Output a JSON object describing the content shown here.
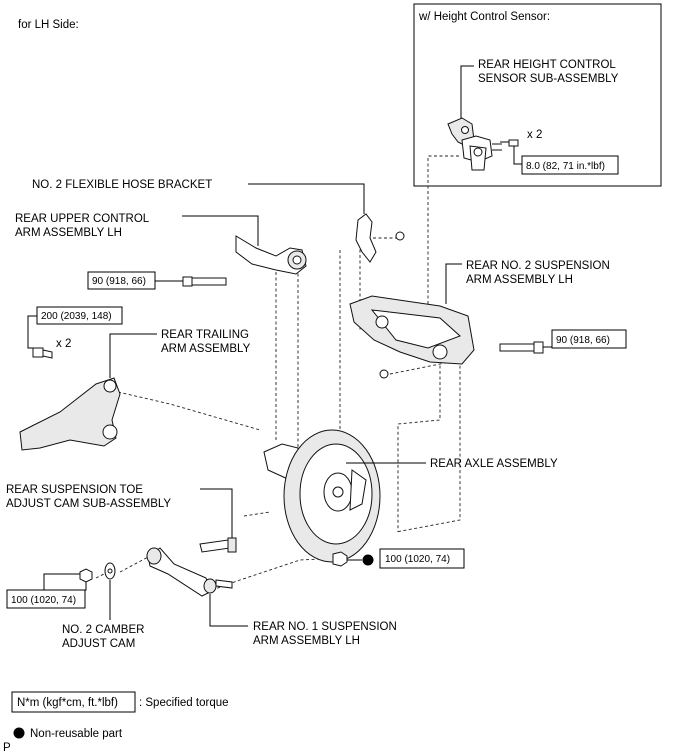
{
  "title": "for LH Side:",
  "inset": {
    "title": "w/ Height Control Sensor:",
    "part_label_line1": "REAR HEIGHT CONTROL",
    "part_label_line2": "SENSOR SUB-ASSEMBLY",
    "qty": "x 2",
    "torque": "8.0 (82, 71 in.*lbf)"
  },
  "labels": {
    "hose_bracket": "NO. 2 FLEXIBLE HOSE BRACKET",
    "upper_arm_1": "REAR UPPER CONTROL",
    "upper_arm_2": "ARM ASSEMBLY LH",
    "no2_susp_1": "REAR NO. 2 SUSPENSION",
    "no2_susp_2": "ARM ASSEMBLY LH",
    "trailing_1": "REAR TRAILING",
    "trailing_2": "ARM ASSEMBLY",
    "axle": "REAR AXLE ASSEMBLY",
    "toe_cam_1": "REAR SUSPENSION TOE",
    "toe_cam_2": "ADJUST CAM SUB-ASSEMBLY",
    "camber_1": "NO. 2 CAMBER",
    "camber_2": "ADJUST CAM",
    "no1_susp_1": "REAR NO. 1 SUSPENSION",
    "no1_susp_2": "ARM ASSEMBLY LH",
    "trailing_qty": "x 2"
  },
  "torques": {
    "upper_arm": "90 (918, 66)",
    "trailing": "200 (2039, 148)",
    "no2_susp": "90 (918, 66)",
    "axle_nut": "100 (1020, 74)",
    "camber": "100 (1020, 74)"
  },
  "legend": {
    "torque_box": "N*m (kgf*cm, ft.*lbf)",
    "torque_text": ": Specified torque",
    "nonreusable": "Non-reusable part"
  },
  "corner_mark": "P"
}
